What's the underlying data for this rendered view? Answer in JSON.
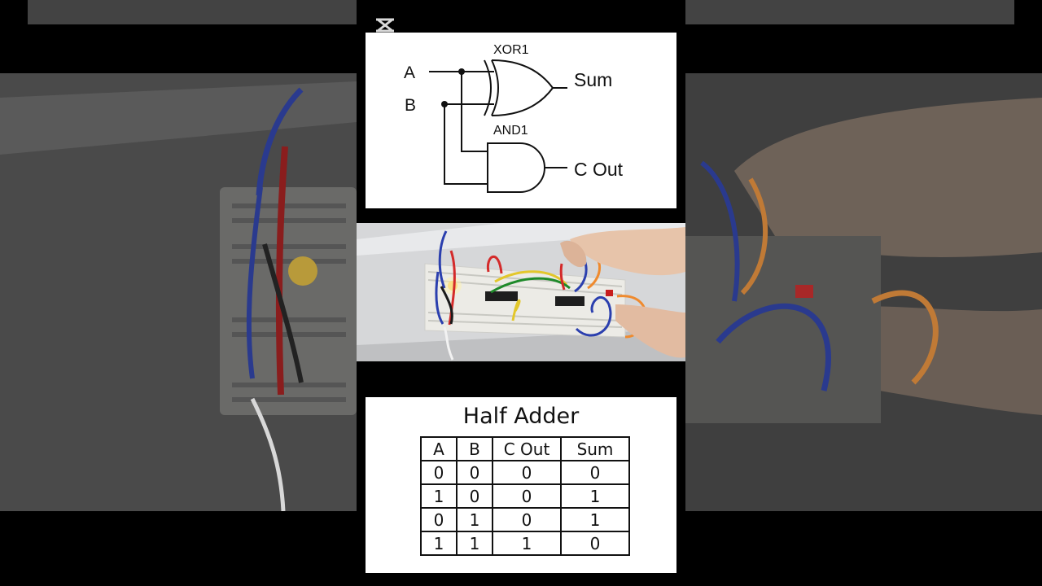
{
  "schematic": {
    "gate_xor_label": "XOR1",
    "gate_and_label": "AND1",
    "input_a": "A",
    "input_b": "B",
    "output_sum": "Sum",
    "output_carry": "C Out"
  },
  "truth_table": {
    "title": "Half Adder",
    "headers": [
      "A",
      "B",
      "C Out",
      "Sum"
    ],
    "rows": [
      [
        "0",
        "0",
        "0",
        "0"
      ],
      [
        "1",
        "0",
        "0",
        "1"
      ],
      [
        "0",
        "1",
        "0",
        "1"
      ],
      [
        "1",
        "1",
        "1",
        "0"
      ]
    ]
  },
  "watermark_icon": "capcut-logo-icon",
  "wire_colors": {
    "red": "#d42a2a",
    "blue": "#2b3fae",
    "green": "#1f8a2a",
    "yellow": "#e3c72b",
    "orange": "#ef8a2e",
    "black": "#1a1a1a"
  }
}
